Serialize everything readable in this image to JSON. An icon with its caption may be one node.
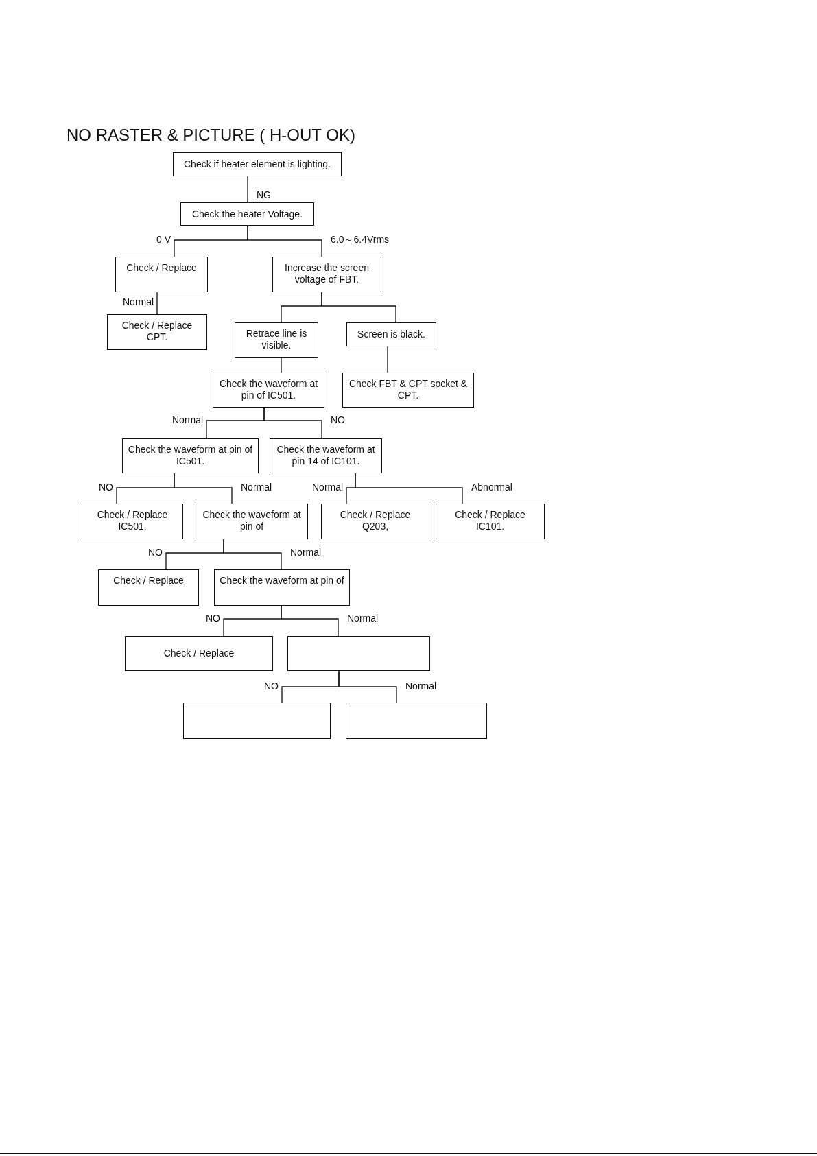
{
  "diagram": {
    "title": "NO RASTER & PICTURE ( H-OUT OK)",
    "nodes": [
      {
        "text": [
          "Check if heater element is lighting."
        ]
      },
      {
        "text": [
          "Check the heater Voltage."
        ]
      },
      {
        "text": [
          "Check / Replace"
        ]
      },
      {
        "text": [
          "Increase the screen voltage of FBT."
        ]
      },
      {
        "text": [
          "Check / Replace CPT."
        ]
      },
      {
        "text": [
          "Retrace line is visible."
        ]
      },
      {
        "text": [
          "Screen is black."
        ]
      },
      {
        "text": [
          "Check the waveform at pin of IC501."
        ]
      },
      {
        "text": [
          "Check FBT & CPT socket & CPT."
        ]
      },
      {
        "text": [
          "Check the waveform at pin of IC501."
        ]
      },
      {
        "text": [
          "Check the waveform at pin 14 of IC101."
        ]
      },
      {
        "text": [
          "Check / Replace IC501."
        ]
      },
      {
        "text": [
          "Check the waveform at pin of"
        ]
      },
      {
        "text": [
          "Check / Replace Q203,"
        ]
      },
      {
        "text": [
          "Check / Replace IC101."
        ]
      },
      {
        "text": [
          "Check / Replace"
        ]
      },
      {
        "text": [
          "Check the waveform at pin of"
        ]
      },
      {
        "text": [
          "Check / Replace"
        ]
      },
      {
        "text": [],
        "shape": "box"
      },
      {
        "text": [],
        "shape": "box"
      },
      {
        "text": [],
        "shape": "box"
      }
    ],
    "edges": [
      {
        "from": 0,
        "to": 1,
        "arrow": "none",
        "label": "NG"
      },
      {
        "from": 1,
        "to": 2,
        "arrow": "none",
        "label": "0 V"
      },
      {
        "from": 1,
        "to": 3,
        "arrow": "none",
        "label": "6.0～6.4Vrms"
      },
      {
        "from": 2,
        "to": 4,
        "arrow": "none",
        "label": "Normal"
      },
      {
        "from": 3,
        "to": 5,
        "arrow": "none"
      },
      {
        "from": 3,
        "to": 6,
        "arrow": "none"
      },
      {
        "from": 5,
        "to": 7,
        "arrow": "none"
      },
      {
        "from": 6,
        "to": 8,
        "arrow": "none"
      },
      {
        "from": 7,
        "to": 9,
        "arrow": "none",
        "label": "Normal"
      },
      {
        "from": 7,
        "to": 10,
        "arrow": "none",
        "label": "NO"
      },
      {
        "from": 9,
        "to": 11,
        "arrow": "none",
        "label": "NO"
      },
      {
        "from": 9,
        "to": 12,
        "arrow": "none",
        "label": "Normal"
      },
      {
        "from": 10,
        "to": 13,
        "arrow": "none",
        "label": "Normal"
      },
      {
        "from": 10,
        "to": 14,
        "arrow": "none",
        "label": "Abnormal"
      },
      {
        "from": 12,
        "to": 15,
        "arrow": "none",
        "label": "NO"
      },
      {
        "from": 12,
        "to": 16,
        "arrow": "none",
        "label": "Normal"
      },
      {
        "from": 16,
        "to": 17,
        "arrow": "none",
        "label": "NO"
      },
      {
        "from": 16,
        "to": 18,
        "arrow": "none",
        "label": "Normal"
      },
      {
        "from": 18,
        "to": 19,
        "arrow": "none",
        "label": "NO"
      },
      {
        "from": 18,
        "to": 20,
        "arrow": "none",
        "label": "Normal"
      }
    ]
  }
}
